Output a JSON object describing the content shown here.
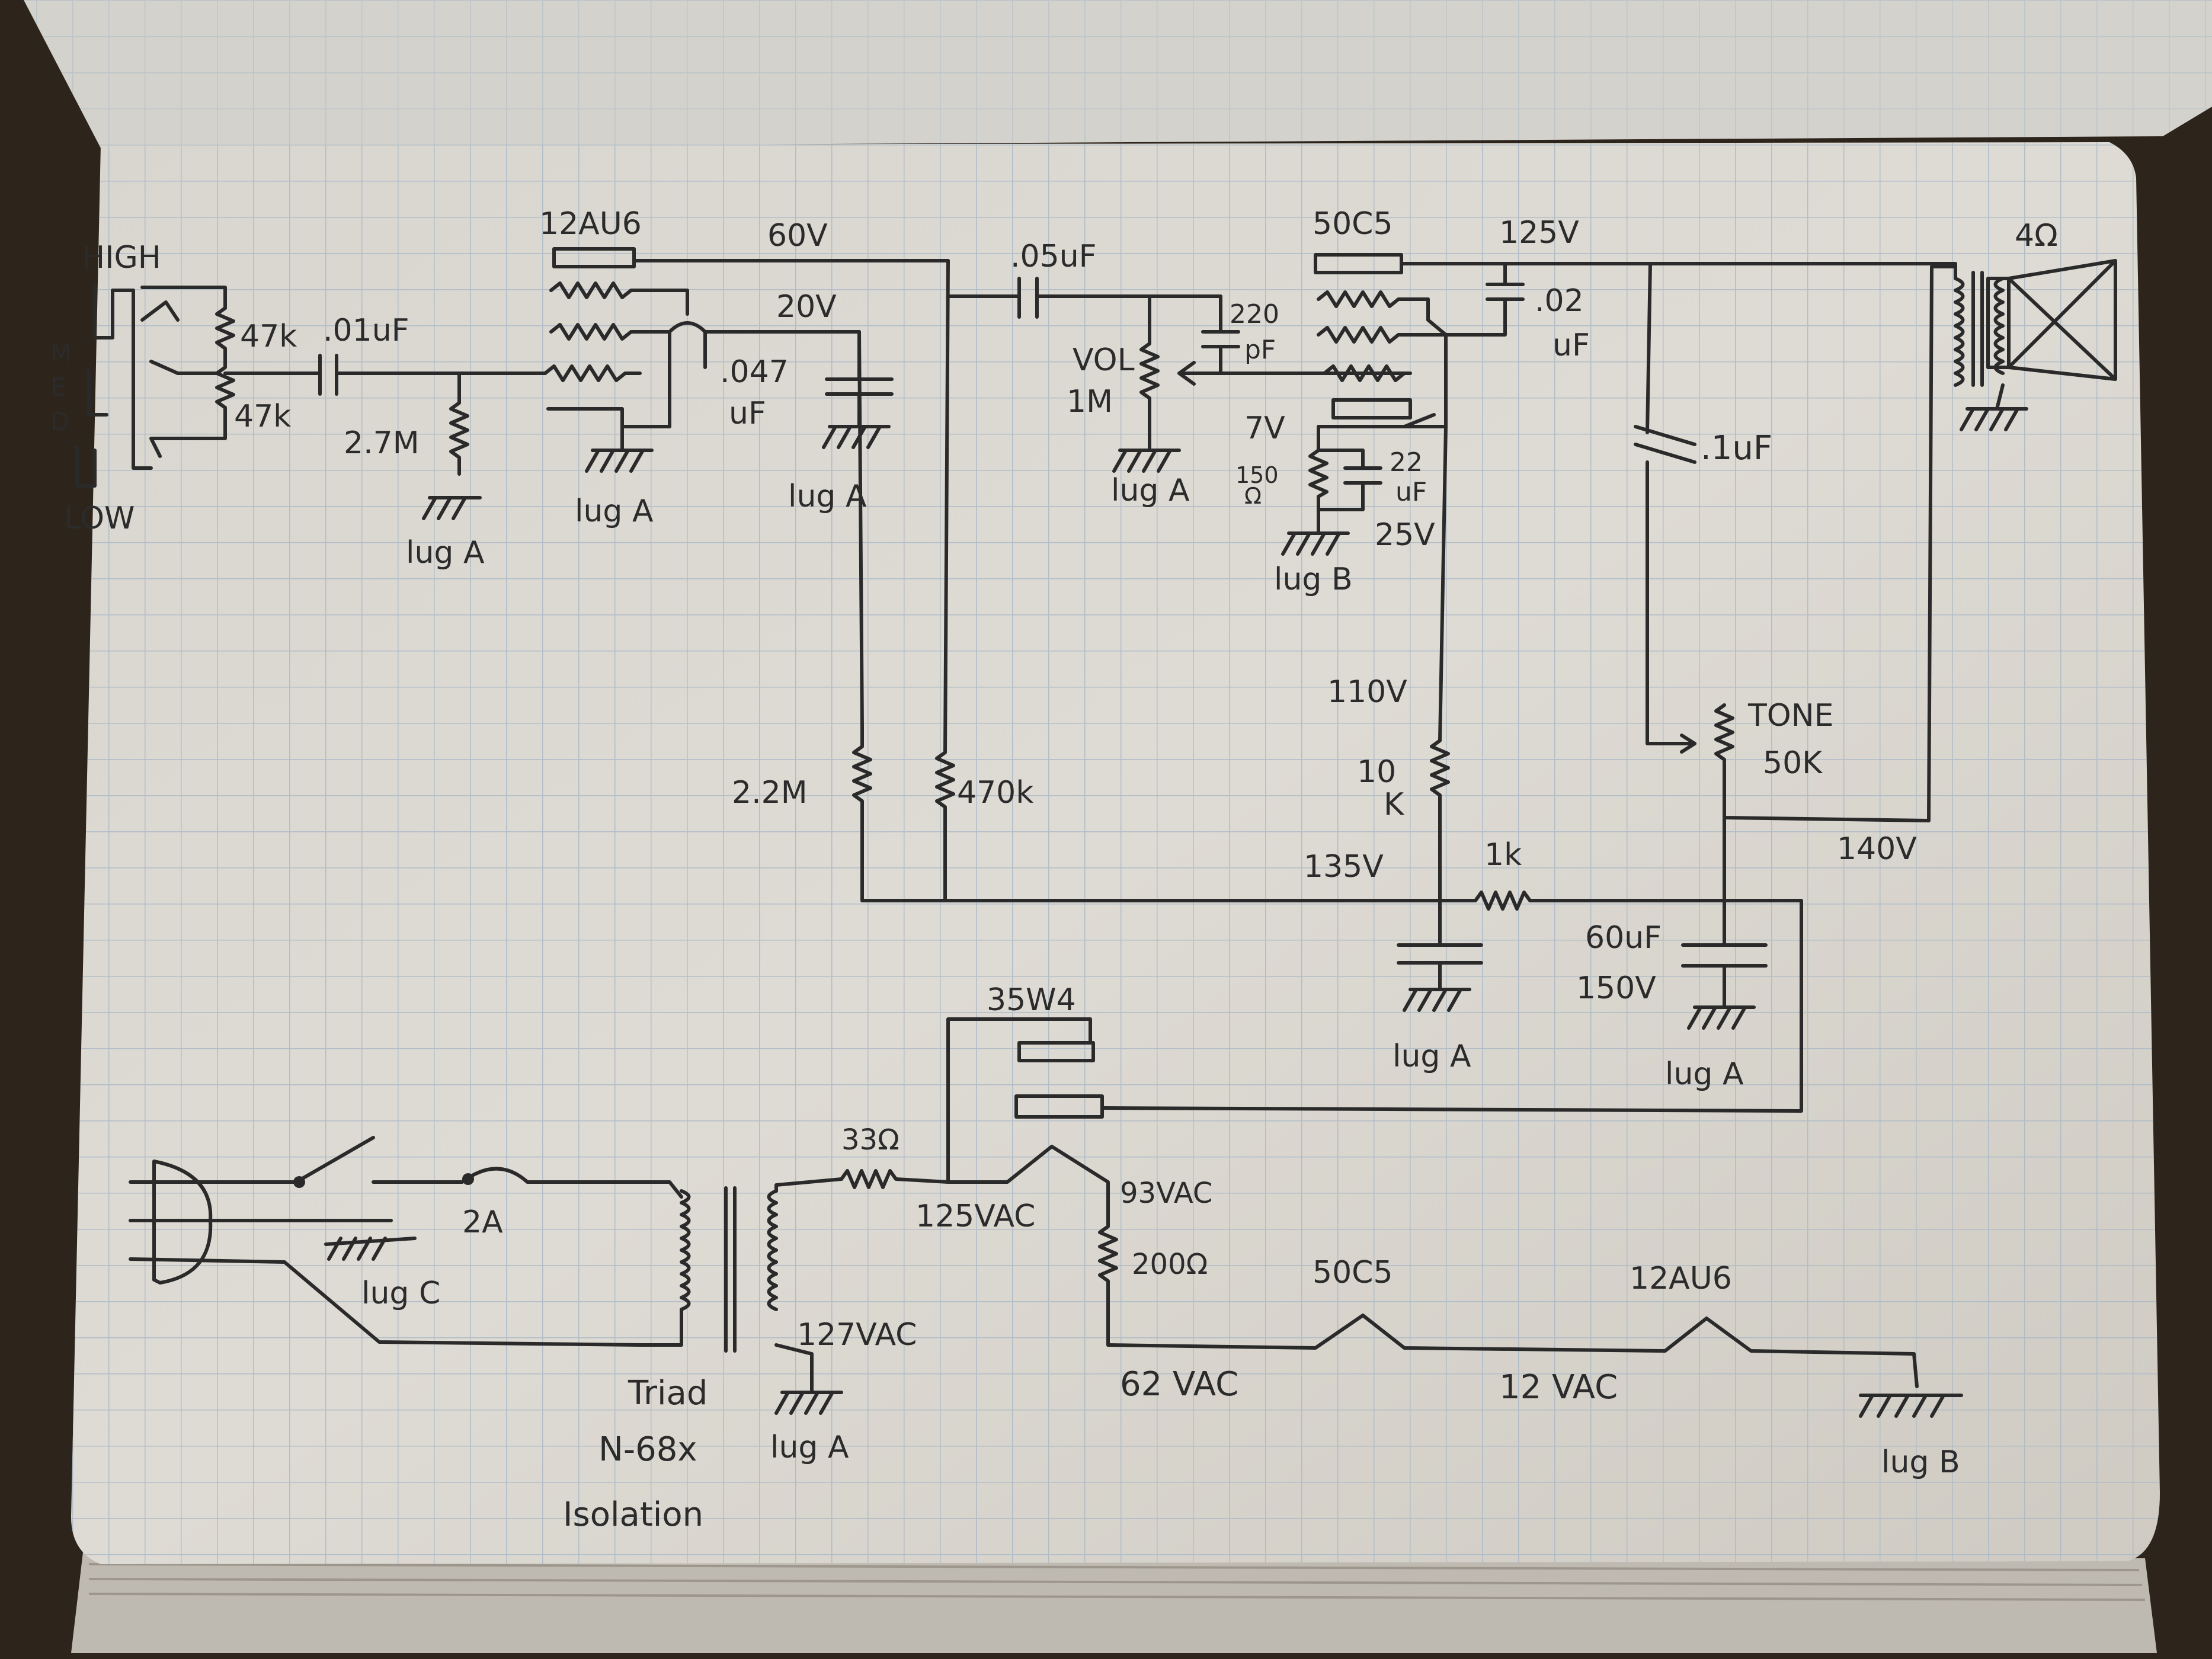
{
  "labels": {
    "high": "HIGH",
    "med_m": "M",
    "med_e": "E",
    "med_d": "D",
    "low": "LOW",
    "r47k_a": "47k",
    "r47k_b": "47k",
    "c01uF": ".01uF",
    "r27M": "2.7M",
    "lugA_1": "lug A",
    "tube_12au6": "12AU6",
    "lugA_2": "lug A",
    "v60": "60V",
    "v20": "20V",
    "c047": ".047",
    "c047_unit": "uF",
    "lugA_3": "lug A",
    "r22M": "2.2M",
    "r470k": "470k",
    "c05uF": ".05uF",
    "c220": "220",
    "c220_unit": "pF",
    "vol": "VOL",
    "vol_val": "1M",
    "lugA_4": "lug A",
    "tube_50c5": "50C5",
    "v125": "125V",
    "c02": ".02",
    "c02_unit": "uF",
    "v7": "7V",
    "r150": "150",
    "r150_unit": "Ω",
    "c22": "22",
    "c22_unit": "uF",
    "v25": "25V",
    "lugB_1": "lug B",
    "v110": "110V",
    "r10k_a": "10",
    "r10k_b": "K",
    "v135": "135V",
    "r1k": "1k",
    "c60": "60uF",
    "c60_v": "150V",
    "lugA_5": "lug A",
    "lugA_6": "lug A",
    "v140": "140V",
    "c1uF": ".1uF",
    "tone": "TONE",
    "tone_val": "50K",
    "spk": "4Ω",
    "tube_35w4": "35W4",
    "r33": "33Ω",
    "v125vac": "125VAC",
    "v93vac": "93VAC",
    "r200": "200Ω",
    "fuse": "2A",
    "lugC": "lug C",
    "v127vac": "127VAC",
    "lugA_7": "lug A",
    "triad": "Triad",
    "n68x": "N-68x",
    "isolation": "Isolation",
    "fil_50c5": "50C5",
    "fil_12au6": "12AU6",
    "v62vac": "62 VAC",
    "v12vac": "12 VAC",
    "lugB_2": "lug B"
  }
}
